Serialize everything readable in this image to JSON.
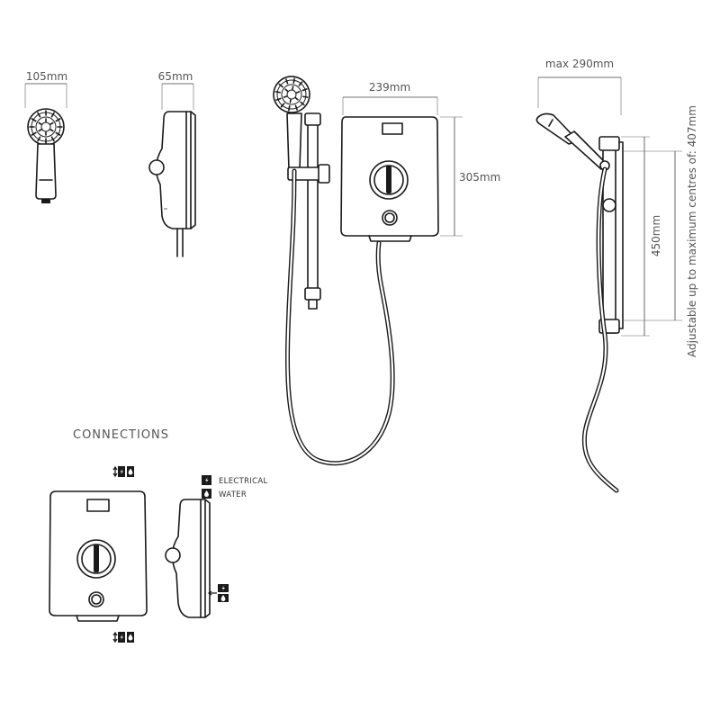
{
  "dimensions": {
    "handset_width": "105mm",
    "handset_depth": "65mm",
    "unit_width": "239mm",
    "unit_height": "305mm",
    "projection": "max 290mm",
    "rail_length": "450mm",
    "adjustable_note": "Adjustable up to maximum centres of: 407mm"
  },
  "connections": {
    "heading": "CONNECTIONS",
    "legend": [
      {
        "icon": "lightning-bolt-icon",
        "label": "ELECTRICAL"
      },
      {
        "icon": "water-drop-icon",
        "label": "WATER"
      }
    ]
  },
  "colors": {
    "line": "#1a1a1a",
    "dimension_text": "#555555",
    "background": "#ffffff"
  }
}
